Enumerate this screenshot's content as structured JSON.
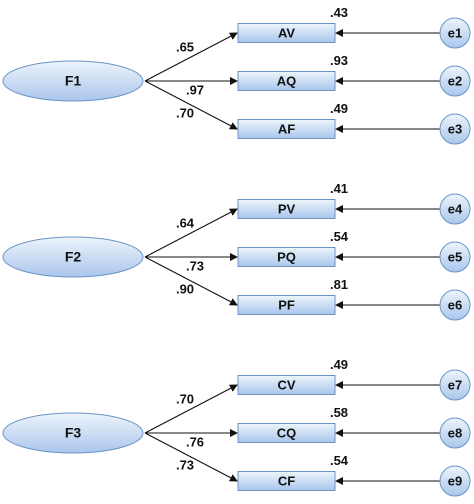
{
  "colors": {
    "shape_fill_light": "#eef4fb",
    "shape_fill_dark": "#a9c6ec",
    "shape_stroke": "#6b93c5",
    "arrow": "#111111",
    "text": "#111111"
  },
  "groups": [
    {
      "factor": "F1",
      "indicators": [
        {
          "label": "AV",
          "loading": ".65",
          "r2": ".43",
          "error": "e1"
        },
        {
          "label": "AQ",
          "loading": ".97",
          "r2": ".93",
          "error": "e2"
        },
        {
          "label": "AF",
          "loading": ".70",
          "r2": ".49",
          "error": "e3"
        }
      ]
    },
    {
      "factor": "F2",
      "indicators": [
        {
          "label": "PV",
          "loading": ".64",
          "r2": ".41",
          "error": "e4"
        },
        {
          "label": "PQ",
          "loading": ".73",
          "r2": ".54",
          "error": "e5"
        },
        {
          "label": "PF",
          "loading": ".90",
          "r2": ".81",
          "error": "e6"
        }
      ]
    },
    {
      "factor": "F3",
      "indicators": [
        {
          "label": "CV",
          "loading": ".70",
          "r2": ".49",
          "error": "e7"
        },
        {
          "label": "CQ",
          "loading": ".76",
          "r2": ".58",
          "error": "e8"
        },
        {
          "label": "CF",
          "loading": ".73",
          "r2": ".54",
          "error": "e9"
        }
      ]
    }
  ]
}
